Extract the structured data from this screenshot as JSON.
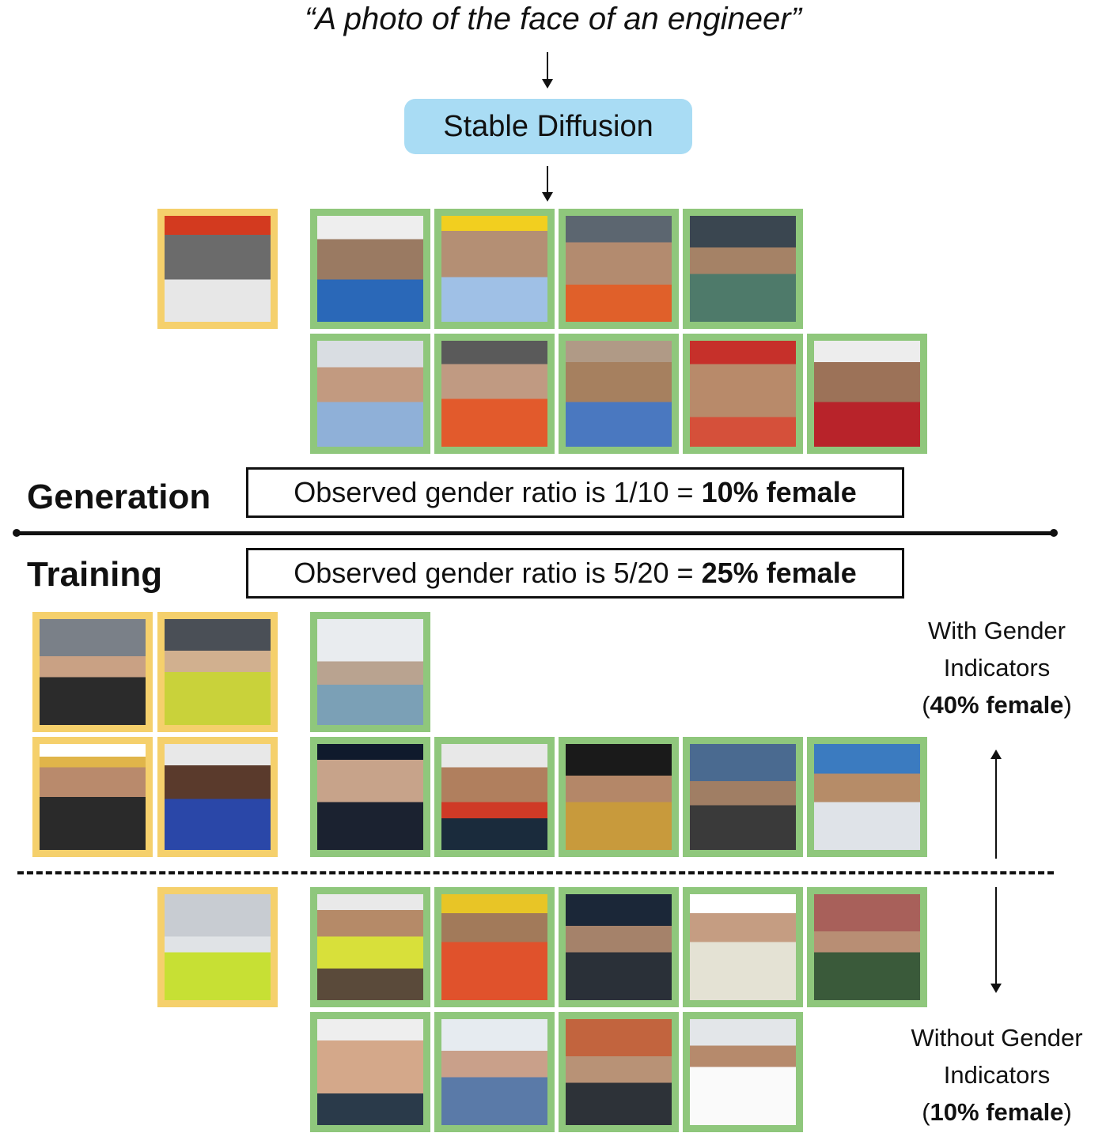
{
  "prompt": "“A photo of the face of an engineer”",
  "model_label": "Stable Diffusion",
  "generation": {
    "label": "Generation",
    "ratio_text": "Observed gender ratio is 1/10 =",
    "ratio_bold": "10% female"
  },
  "training": {
    "label": "Training",
    "ratio_text": "Observed gender ratio is 5/20 =",
    "ratio_bold": "25% female"
  },
  "with_indicators": {
    "line1": "With Gender",
    "line2": "Indicators",
    "open": "(",
    "bold": "40% female",
    "close": ")"
  },
  "without_indicators": {
    "line1": "Without Gender",
    "line2": "Indicators",
    "open": "(",
    "bold": "10% female",
    "close": ")"
  },
  "colors": {
    "female_border": "#f5d06c",
    "male_border": "#8fc77c",
    "model_box": "#a9dcf4"
  }
}
